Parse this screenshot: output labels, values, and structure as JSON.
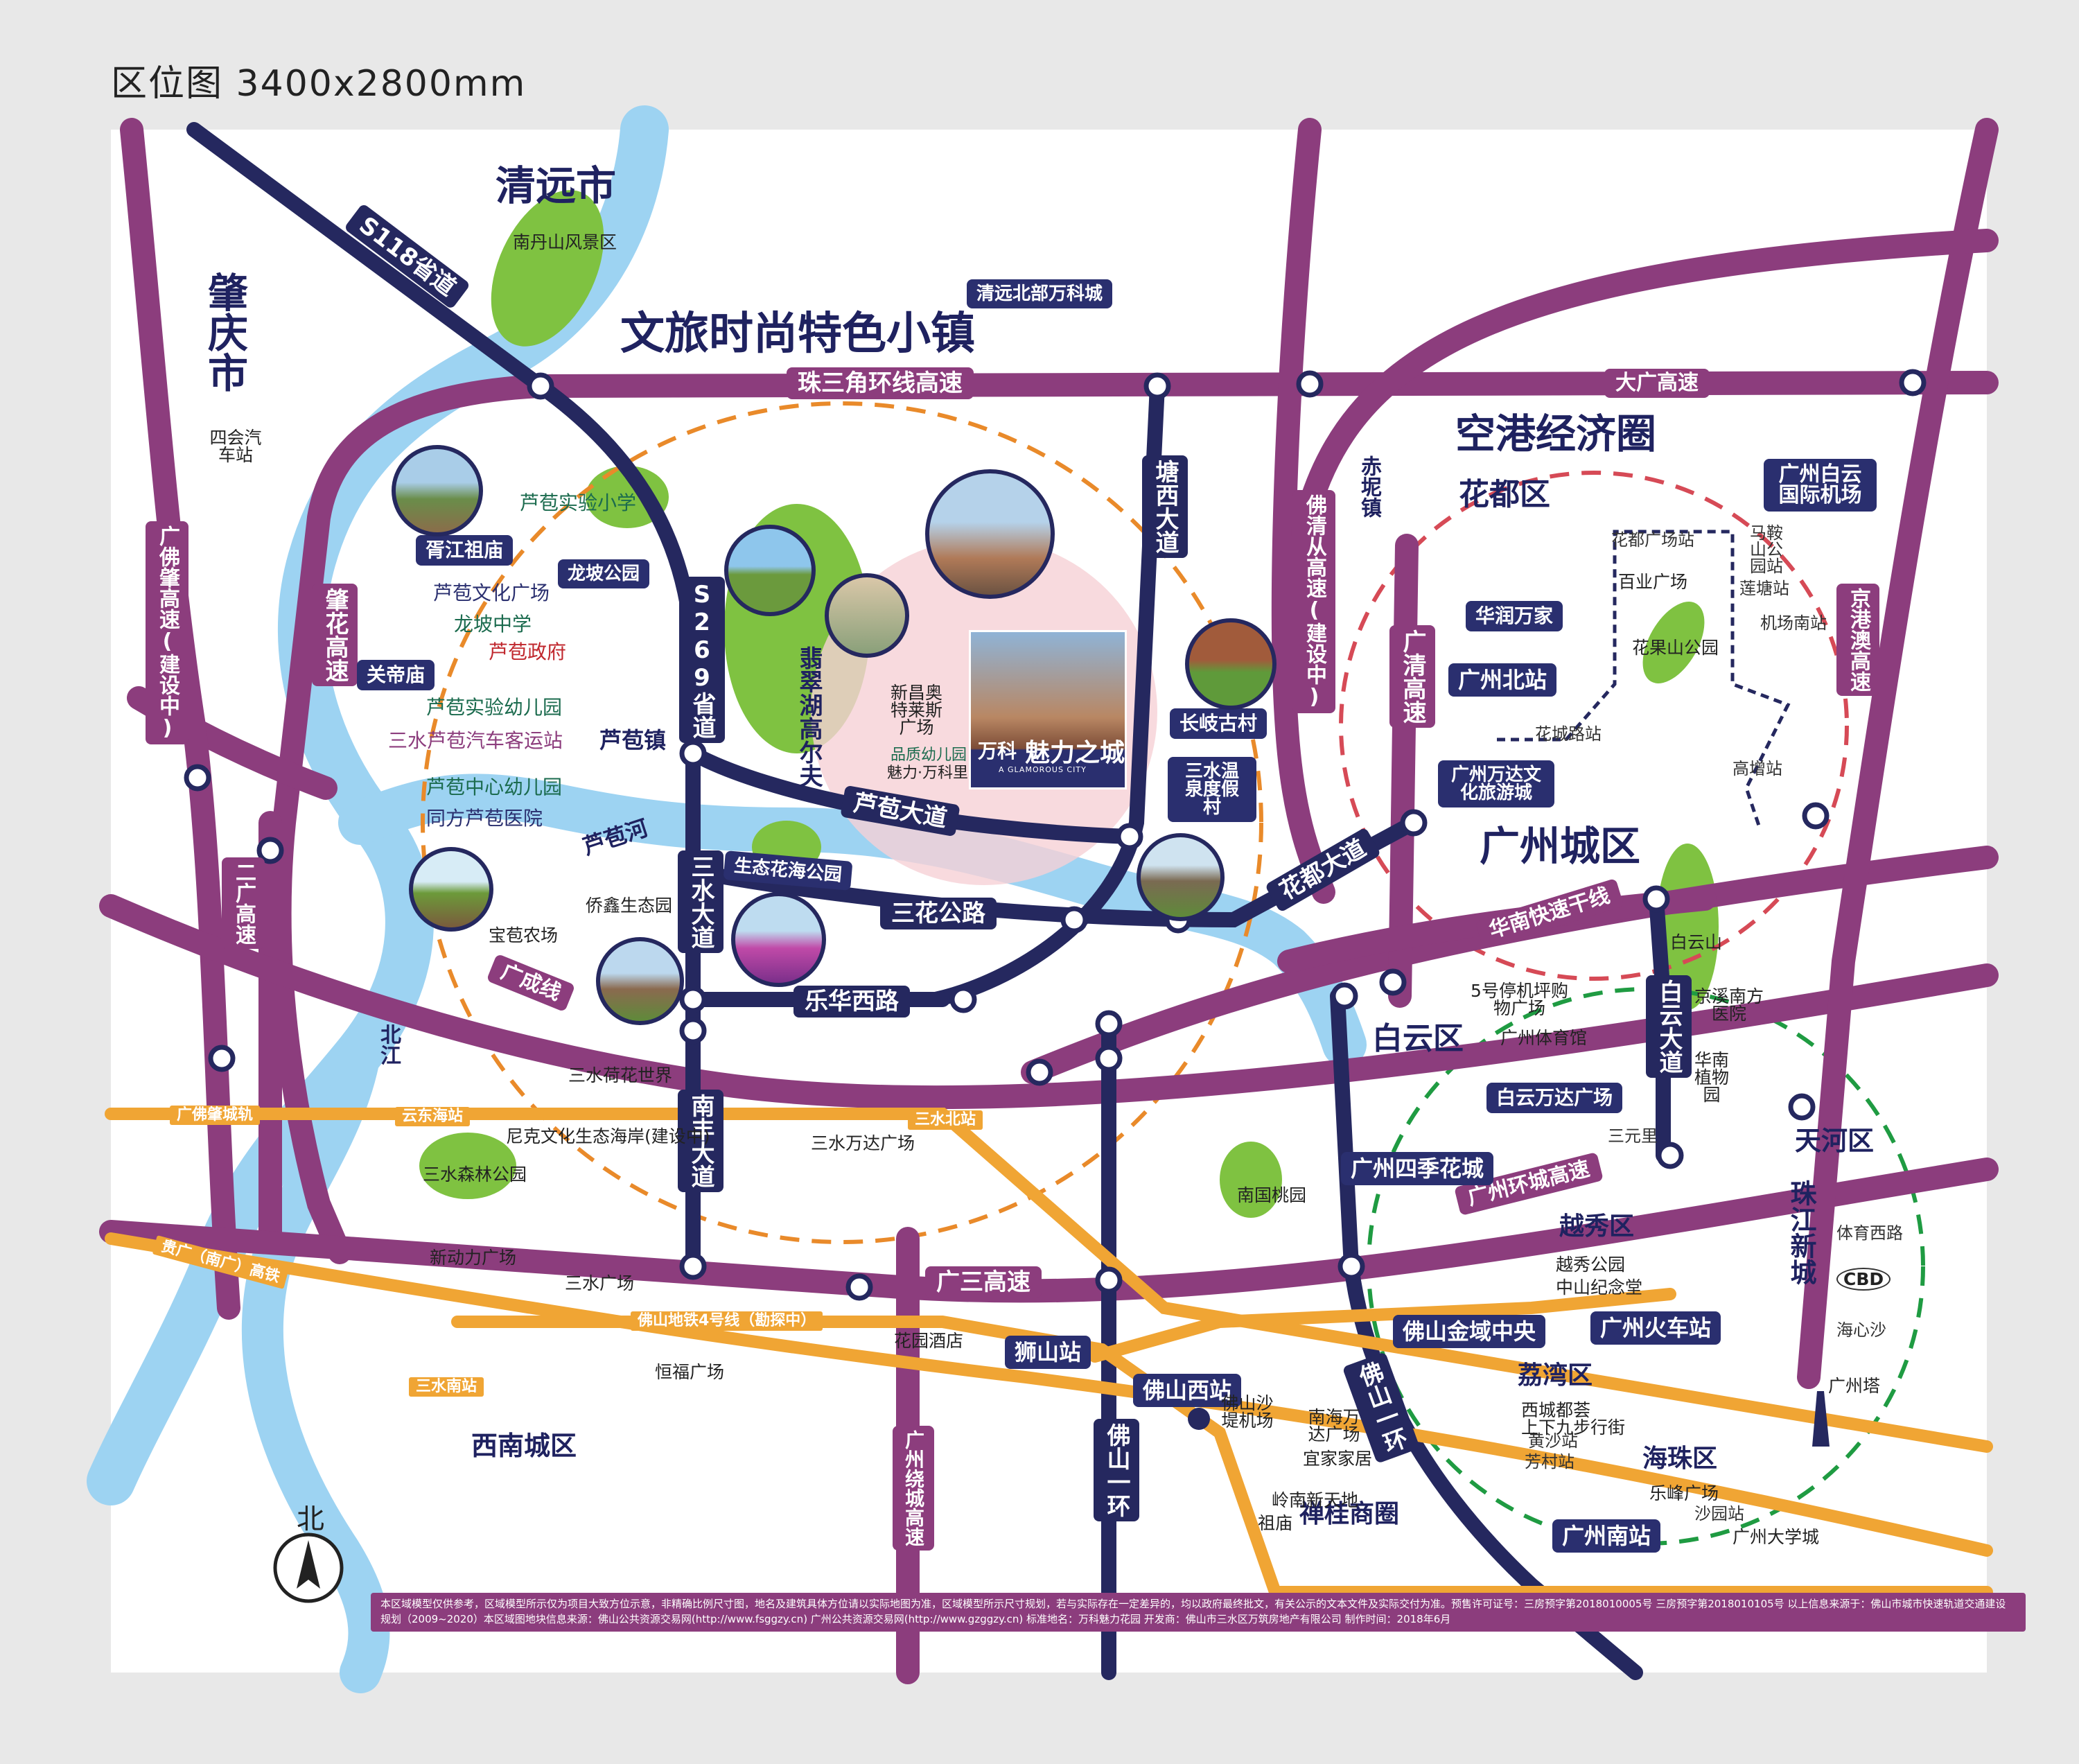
{
  "header": {
    "title": "区位图  3400x2800mm"
  },
  "colors": {
    "frame_bg": "#ffffff",
    "river": "#9dd3f2",
    "highway": "#8c3d7d",
    "arterial": "#25285f",
    "rail": "#f0a534",
    "park": "#7fc241"
  },
  "map": {
    "regions": {
      "qingyuan": "清远市",
      "zhaoqing": "肇庆市",
      "huadu": "花都区",
      "airport_zone": "空港经济圈",
      "gz_city": "广州城区",
      "baiyun": "白云区",
      "tianhe": "天河区",
      "zhujiang": "珠江新城",
      "yuexiu": "越秀区",
      "liwan": "荔湾区",
      "haizhu": "海珠区",
      "xinan": "西南城区",
      "chanzhu": "禅桂商圈",
      "town": "文旅时尚特色小镇",
      "lubao_town": "芦苞镇",
      "north_river": "北江",
      "lubao_river": "芦苞河"
    },
    "roads": {
      "s118": "S118省道",
      "prd_ring": "珠三角环线高速",
      "daguang": "大广高速",
      "s269": "S269省道",
      "tangxi": "塘西大道",
      "foqingcong": "佛清从高速(建设中)",
      "chini": "赤坭镇",
      "guangqing": "广清高速",
      "jinggangao": "京港澳高速",
      "guangfozhao": "广佛肇高速(建设中)",
      "zhaohua": "肇花高速",
      "ererguang": "二广高速",
      "guangcheng": "广成线",
      "lubao_ave": "芦苞大道",
      "sanhua": "三花公路",
      "huadu_ave": "花都大道",
      "huanan": "华南快速干线",
      "baiyun_ave": "白云大道",
      "sanshui_ave": "三水大道",
      "lehua": "乐华西路",
      "nanfeng": "南丰大道",
      "gz_ring": "广州环城高速",
      "guangsan": "广三高速",
      "foshan_ring1": "佛山一环",
      "foshan_ring2": "佛山一环",
      "gz_raocheng": "广州绕城高速"
    },
    "rail": {
      "guangfozhao_rail": "广佛肇城轨",
      "guigaung": "贵广（南广）高铁",
      "fs_metro4": "佛山地铁4号线（勘探中）",
      "yundong": "云东海站",
      "sanshui_north": "三水北站",
      "sanshui_south": "三水南站"
    },
    "stations": {
      "shishan": "狮山站",
      "foshan_west": "佛山西站",
      "gz_north": "广州北站",
      "gz_south": "广州南站",
      "gz_train": "广州火车站",
      "huadu_square": "花都广场站",
      "mananshan": "马鞍山公园站",
      "lianyang": "莲塘站",
      "jichang_south": "机场南站",
      "gaozeng": "高增站",
      "huacheng": "花城路站",
      "sanyuanli": "三元里",
      "tiyu_xilu": "体育西路",
      "haixinsha": "海心沙",
      "huangsha": "黄沙站",
      "fangcun": "芳村站",
      "shayuan": "沙园站"
    },
    "badges": {
      "qingyuan_vanke": "清远北部万科城",
      "gz_airport": "广州白云国际机场",
      "huarun": "华润万家",
      "wanda_culture": "广州万达文化旅游城",
      "baiyun_wanda": "白云万达广场",
      "gz_sijihua": "广州四季花城",
      "fs_jinrong": "佛山金域中央",
      "changqi": "长岐古村",
      "sanshui_spa": "三水温泉度假村",
      "xiangjiang": "胥江祖庙",
      "guandi": "关帝庙",
      "longpo_park": "龙坡公园",
      "eco_park": "生态花海公园"
    },
    "pois": {
      "nandanshan": "南丹山风景区",
      "sihui": "四会汽车站",
      "lubao_primary": "芦苞实验小学",
      "lubao_culture": "芦苞文化广场",
      "longpo_middle": "龙坡中学",
      "lubao_gov": "芦苞政府",
      "lubao_kinder": "芦苞实验幼儿园",
      "lubao_bus": "三水芦苞汽车客运站",
      "lubao_center_kinder": "芦苞中心幼儿园",
      "tongfang": "同方芦苞医院",
      "feicui": "翡翠湖高尔夫",
      "xinchang": "新昌奥特莱斯广场",
      "quality_kinder": "品质幼儿园",
      "meili_vanke": "魅力·万科里",
      "qiaoxin": "侨鑫生态园",
      "baobao": "宝苞农场",
      "lotus": "三水荷花世界",
      "nike": "尼克文化生态海岸(建设中)",
      "sanshui_wanda": "三水万达广场",
      "sanshui_forest": "三水森林公园",
      "xindongli": "新动力广场",
      "sanshui_square": "三水广场",
      "huayuan_hotel": "花园酒店",
      "hengfu": "恒福广场",
      "baiyunshan": "白云山",
      "no5": "5号停机坪购物广场",
      "gz_stadium": "广州体育馆",
      "jingxi": "京溪南方医院",
      "huanan_garden": "华南植物园",
      "nanguo": "南国桃园",
      "yuexiu_park": "越秀公园",
      "zhongshan": "中山纪念堂",
      "xicheng": "西城都荟",
      "shangxia": "上下九步行街",
      "fs_airport": "佛山沙堤机场",
      "nanhai_wanda": "南海万达广场",
      "yijia": "宜家家居",
      "lingnan": "岭南新天地",
      "zumiao": "祖庙",
      "lefeng": "乐峰广场",
      "gz_univ": "广州大学城",
      "cbd": "CBD",
      "gz_tower": "广州塔",
      "huaguo": "花果山公园",
      "baiye": "百业广场"
    },
    "project": {
      "brand": "万科",
      "name": "魅力之城",
      "subtitle": "A GLAMOROUS CITY"
    },
    "compass": "北"
  },
  "footer": {
    "note": "本区域模型仅供参考，区域模型所示仅为项目大致方位示意，非精确比例尺寸图，地名及建筑具体方位请以实际地图为准，区域模型所示尺寸规划，若与实际存在一定差异的，均以政府最终批文，有关公示的文本文件及实际交付为准。预售许可证号：三房预字第2018010005号 三房预字第2018010105号 以上信息来源于：佛山市城市快速轨道交通建设规划（2009~2020）本区域图地块信息来源：佛山公共资源交易网(http://www.fsggzy.cn)  广州公共资源交易网(http://www.gzggzy.cn)  标准地名：万科魅力花园  开发商：佛山市三水区万筑房地产有限公司  制作时间：2018年6月"
  }
}
